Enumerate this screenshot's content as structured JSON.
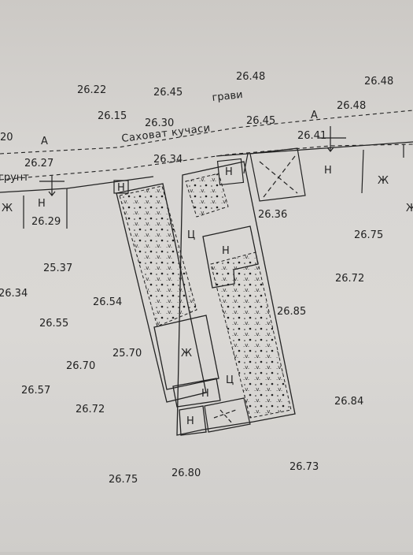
{
  "labels": {
    "street_name": "Саховат кучаси",
    "gravel": "грави",
    "ground": "грунт",
    "road_axis_left": "A",
    "road_axis_right": "A",
    "edge_left": "20"
  },
  "building_codes": {
    "nonresidential": "Н",
    "residential": "Ж",
    "cement": "Ц"
  },
  "elevations": {
    "e1": "26.22",
    "e2": "26.45",
    "e3": "26.48",
    "e4": "26.48",
    "e5": "26.15",
    "e6": "26.30",
    "e7": "26.45",
    "e8": "26.48",
    "e9": "26.41",
    "e10": "26.27",
    "e11": "26.34",
    "e12": "26.29",
    "e13": "26.36",
    "e14": "26.75",
    "e15": "25.37",
    "e16": "26.72",
    "e17": "26.34",
    "e18": "26.54",
    "e19": "26.85",
    "e20": "26.55",
    "e21": "25.70",
    "e22": "26.70",
    "e23": "26.57",
    "e24": "26.72",
    "e25": "26.84",
    "e26": "26.73",
    "e27": "26.75",
    "e28": "26.80"
  },
  "colors": {
    "paper": "#d8d6d3",
    "ink": "#222222"
  }
}
